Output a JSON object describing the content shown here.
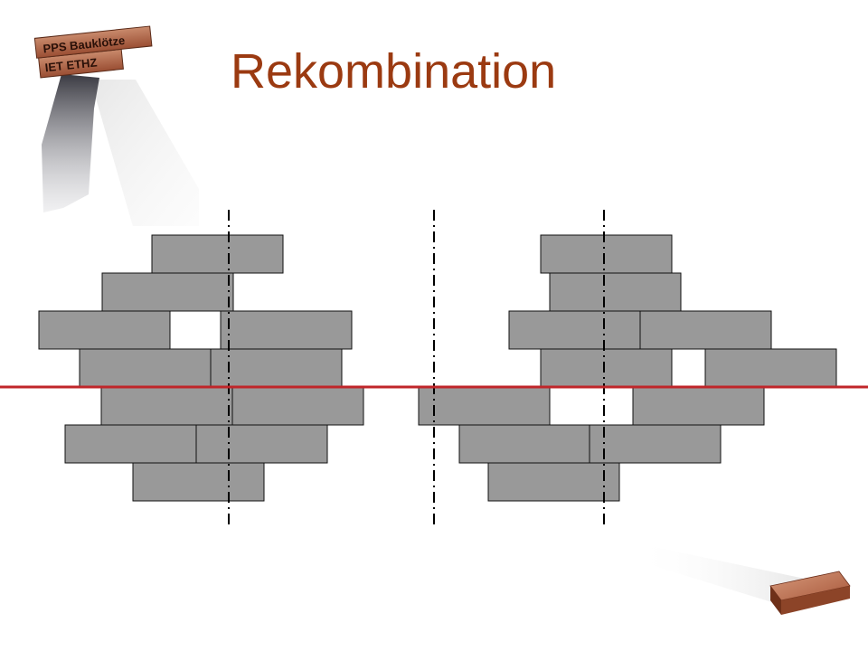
{
  "slide": {
    "title": "Rekombination"
  },
  "logo": {
    "line1": "PPS Bauklötze",
    "line2": "IET ETHZ",
    "icon": "brick-stack-logo-icon"
  },
  "colors": {
    "title": "#9b3a11",
    "brick_fill": "#999999",
    "brick_stroke": "#111111",
    "crossover_line": "#c0262a",
    "axis_line": "#000000",
    "copper_brick": "#b56a4a"
  }
}
